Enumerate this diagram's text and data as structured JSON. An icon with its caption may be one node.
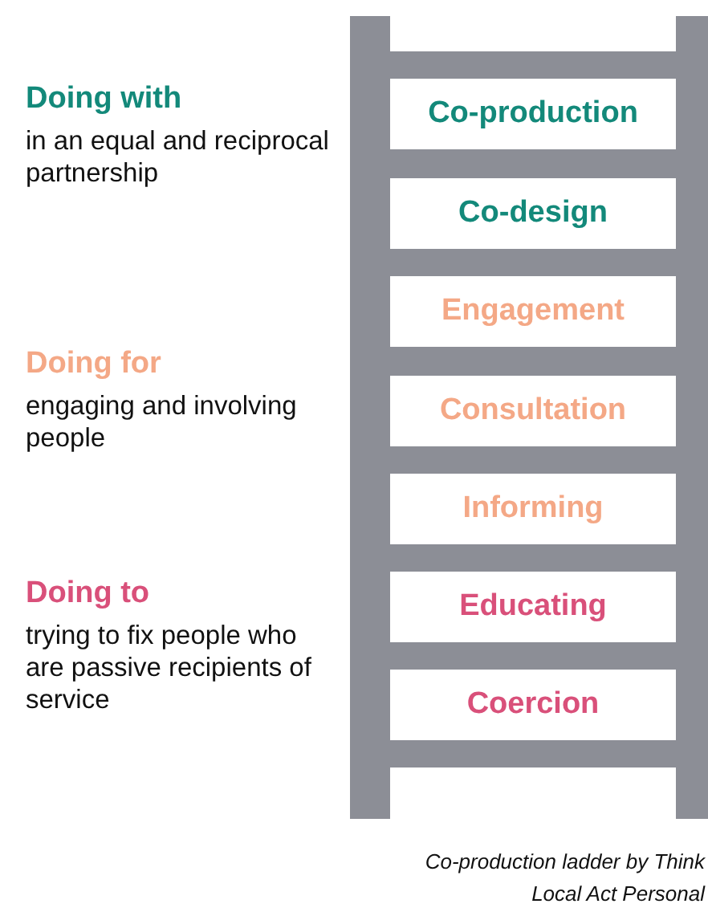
{
  "diagram": {
    "caption": "Co-production ladder by Think Local Act Personal",
    "nodes": [
      {
        "text": [
          "Co-production"
        ]
      },
      {
        "text": [
          "Co-design"
        ]
      },
      {
        "text": [
          "Engagement"
        ]
      },
      {
        "text": [
          "Consultation"
        ]
      },
      {
        "text": [
          "Informing"
        ]
      },
      {
        "text": [
          "Educating"
        ]
      },
      {
        "text": [
          "Coercion"
        ]
      }
    ],
    "edges": [],
    "labels": [
      "Doing with",
      "in an equal and reciprocal partnership",
      "Doing for",
      "engaging and involving people",
      "Doing to",
      "trying to fix people who are passive recipients of service"
    ]
  }
}
